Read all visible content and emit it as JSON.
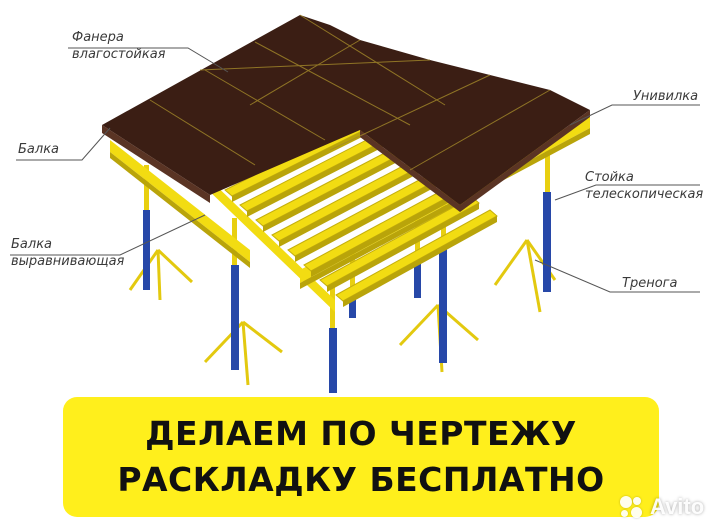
{
  "callouts": {
    "fanera_1": "Фанера",
    "fanera_2": "влагостойкая",
    "balka": "Балка",
    "balka_vyr_1": "Балка",
    "balka_vyr_2": "выравнивающая",
    "univilka": "Унивилка",
    "stoika_1": "Стойка",
    "stoika_2": "телескопическая",
    "trenoga": "Тренога"
  },
  "banner": {
    "line1": "ДЕЛАЕМ ПО ЧЕРТЕЖУ",
    "line2": "РАСКЛАДКУ БЕСПЛАТНО"
  },
  "watermark": {
    "text": "Avito"
  },
  "colors": {
    "plywood": "#3b1e14",
    "beam": "#f2dc12",
    "beam_shadow": "#b9a40a",
    "prop_blue": "#2748a8",
    "prop_yellow": "#e8cf10",
    "banner": "#ffef1c",
    "leader_line": "#555555"
  }
}
